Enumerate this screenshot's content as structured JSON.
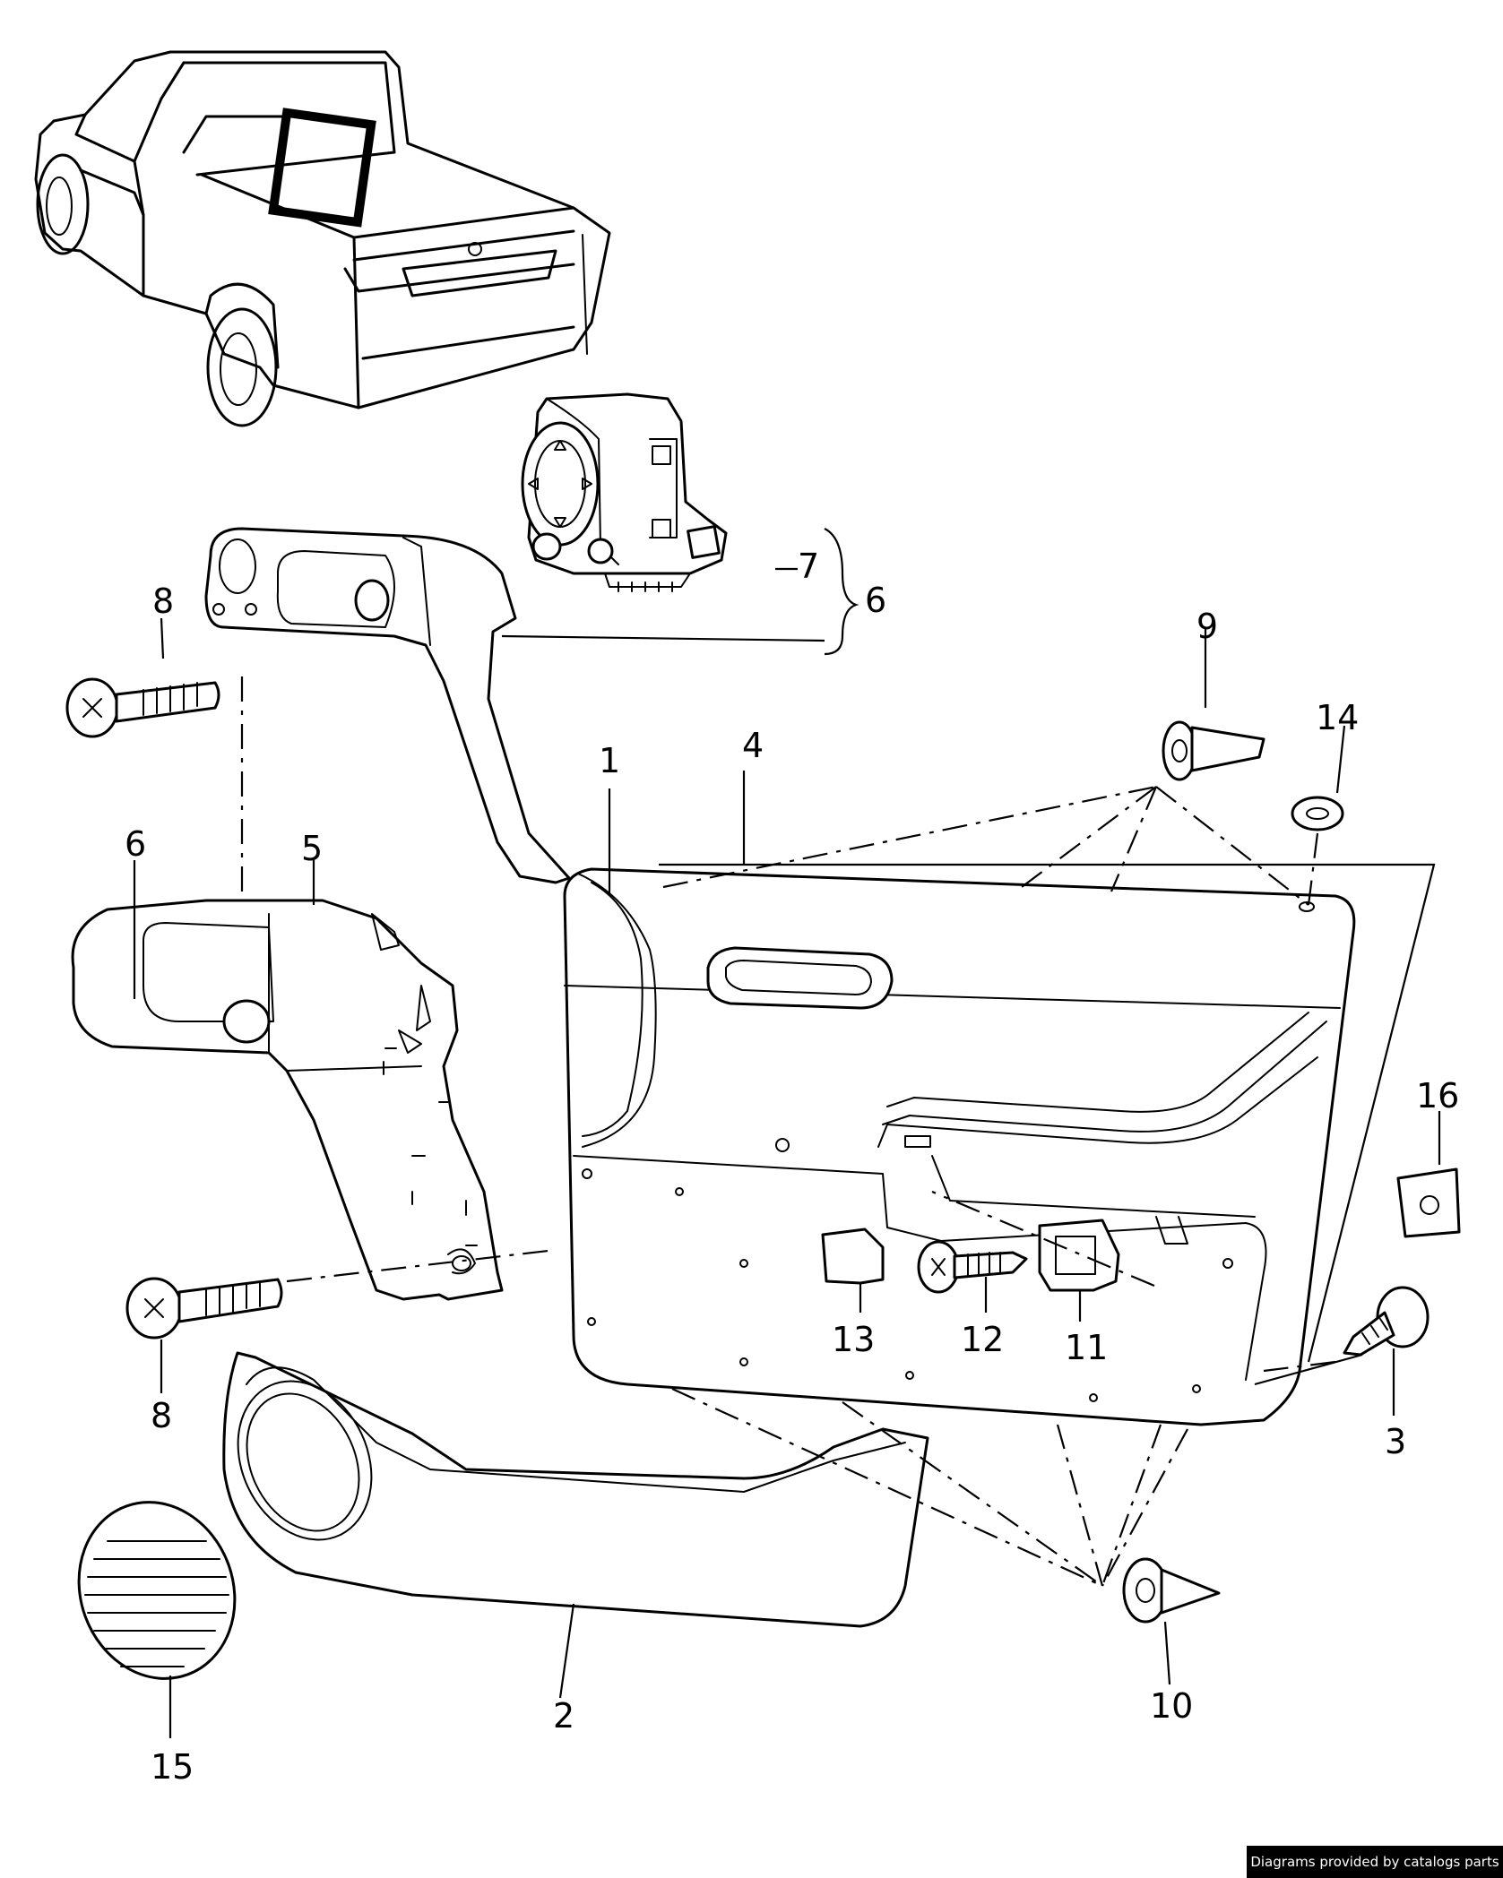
{
  "callouts": [
    {
      "id": "1",
      "label": "1"
    },
    {
      "id": "2",
      "label": "2"
    },
    {
      "id": "3",
      "label": "3"
    },
    {
      "id": "4",
      "label": "4"
    },
    {
      "id": "5",
      "label": "5"
    },
    {
      "id": "6a",
      "label": "6"
    },
    {
      "id": "6b",
      "label": "6"
    },
    {
      "id": "7",
      "label": "7"
    },
    {
      "id": "8a",
      "label": "8"
    },
    {
      "id": "8b",
      "label": "8"
    },
    {
      "id": "9",
      "label": "9"
    },
    {
      "id": "10",
      "label": "10"
    },
    {
      "id": "11",
      "label": "11"
    },
    {
      "id": "12",
      "label": "12"
    },
    {
      "id": "13",
      "label": "13"
    },
    {
      "id": "14",
      "label": "14"
    },
    {
      "id": "15",
      "label": "15"
    },
    {
      "id": "16",
      "label": "16"
    }
  ],
  "credit": "Diagrams provided by catalogs parts"
}
